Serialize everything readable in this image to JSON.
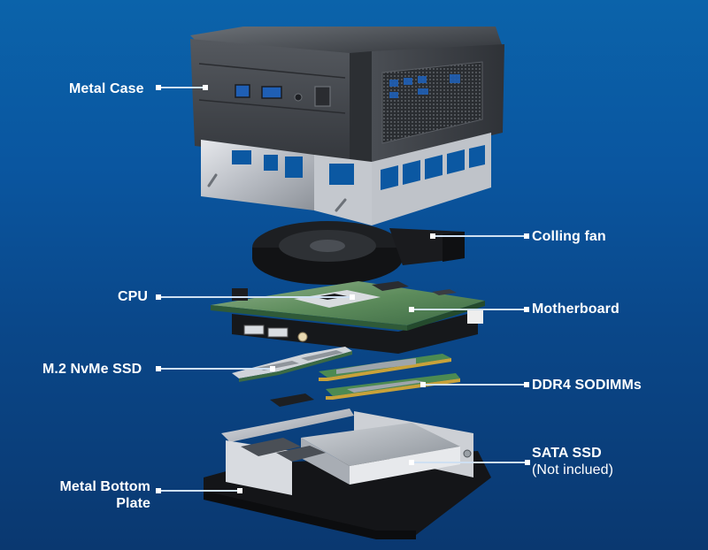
{
  "colors": {
    "background_top": "#0b63aa",
    "background_bottom": "#0a3870",
    "label_text": "#ffffff",
    "leader_line": "#cfe0f2",
    "case_dark": "#3a3d42",
    "pcb_green": "#3f7a4a",
    "metal_silver": "#c9ccd1"
  },
  "labels": {
    "metal_case": "Metal Case",
    "cooling_fan": "Colling fan",
    "cpu": "CPU",
    "motherboard": "Motherboard",
    "m2_ssd": "M.2 NvMe SSD",
    "ddr4": "DDR4 SODIMMs",
    "sata_ssd": "SATA SSD",
    "sata_ssd_note": "(Not inclued)",
    "bottom_plate_line1": "Metal Bottom",
    "bottom_plate_line2": "Plate"
  },
  "components": [
    {
      "id": "metal-case",
      "icon": "mini-pc-case"
    },
    {
      "id": "cooling-fan",
      "icon": "blower-fan"
    },
    {
      "id": "cpu",
      "icon": "cpu-chip"
    },
    {
      "id": "motherboard",
      "icon": "circuit-board"
    },
    {
      "id": "m2-ssd",
      "icon": "m2-stick"
    },
    {
      "id": "ddr4-sodimms",
      "icon": "ram-module"
    },
    {
      "id": "sata-ssd",
      "icon": "2.5-inch-drive"
    },
    {
      "id": "bottom-plate",
      "icon": "metal-plate"
    }
  ]
}
